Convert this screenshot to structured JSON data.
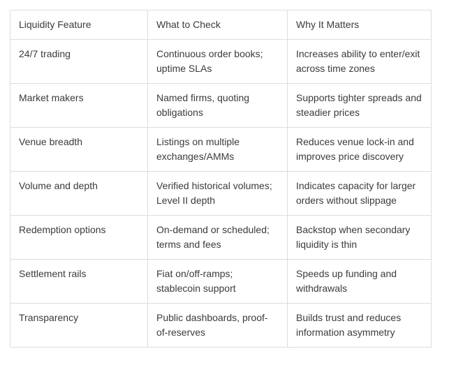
{
  "table": {
    "headers": [
      "Liquidity Feature",
      "What to Check",
      "Why It Matters"
    ],
    "rows": [
      {
        "feature": "24/7 trading",
        "check": "Continuous order books; uptime SLAs",
        "why": "Increases ability to enter/exit across time zones"
      },
      {
        "feature": "Market makers",
        "check": "Named firms, quoting obligations",
        "why": "Supports tighter spreads and steadier prices"
      },
      {
        "feature": "Venue breadth",
        "check": "Listings on multiple exchanges/AMMs",
        "why": "Reduces venue lock-in and improves price discovery"
      },
      {
        "feature": "Volume and depth",
        "check": "Verified historical volumes; Level II depth",
        "why": "Indicates capacity for larger orders without slippage"
      },
      {
        "feature": "Redemption options",
        "check": "On-demand or scheduled; terms and fees",
        "why": "Backstop when secondary liquidity is thin"
      },
      {
        "feature": "Settlement rails",
        "check": "Fiat on/off-ramps; stablecoin support",
        "why": "Speeds up funding and withdrawals"
      },
      {
        "feature": "Transparency",
        "check": "Public dashboards, proof-of-reserves",
        "why": "Builds trust and reduces information asymmetry"
      }
    ],
    "colors": {
      "border": "#dddddd",
      "text": "#3b3b3b",
      "background": "#ffffff"
    }
  }
}
